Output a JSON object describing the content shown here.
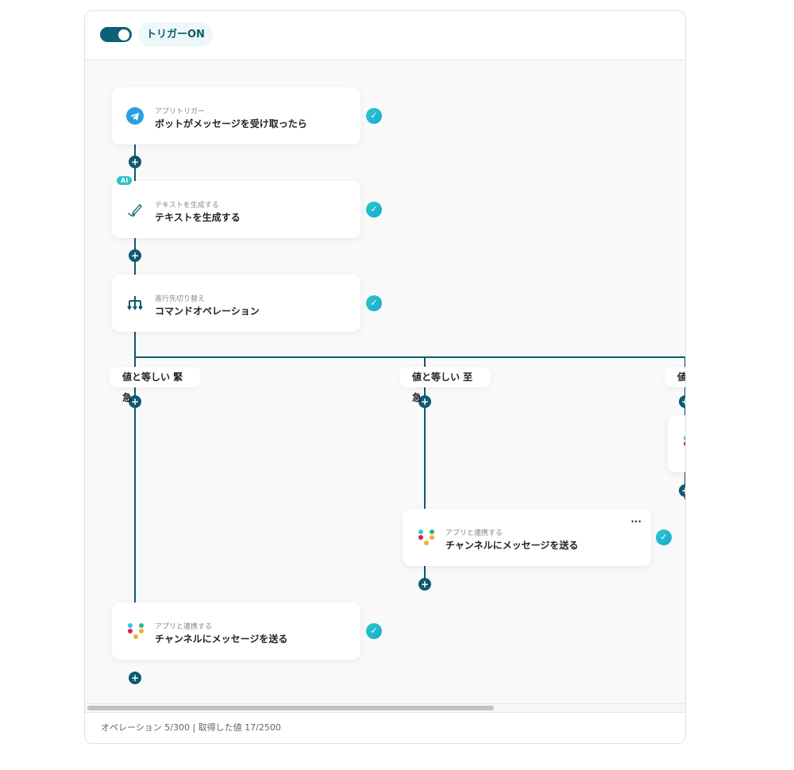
{
  "header": {
    "toggle_on": true,
    "trigger_label": "トリガーON"
  },
  "steps": [
    {
      "icon": "telegram-icon",
      "subtitle": "アプリトリガー",
      "title": "ボットがメッセージを受け取ったら",
      "status": "complete"
    },
    {
      "icon": "ai-pen-icon",
      "badge": "AI",
      "subtitle": "テキストを生成する",
      "title": "テキストを生成する",
      "status": "complete"
    },
    {
      "icon": "branch-icon",
      "subtitle": "進行先切り替え",
      "title": "コマンドオペレーション",
      "status": "complete"
    }
  ],
  "branches": [
    {
      "label": "値と等しい 緊急",
      "step": {
        "icon": "slack-icon",
        "subtitle": "アプリと連携する",
        "title": "チャンネルにメッセージを送る",
        "status": "complete"
      }
    },
    {
      "label": "値と等しい 至急",
      "step": {
        "icon": "slack-icon",
        "subtitle": "アプリと連携する",
        "title": "チャンネルにメッセージを送る",
        "status": "complete",
        "more": "..."
      }
    },
    {
      "label": "値"
    }
  ],
  "footer": {
    "status": "オペレーション 5/300 | 取得した値 17/2500"
  },
  "colors": {
    "accent": "#0e5a70",
    "check": "#2cc9c4"
  }
}
